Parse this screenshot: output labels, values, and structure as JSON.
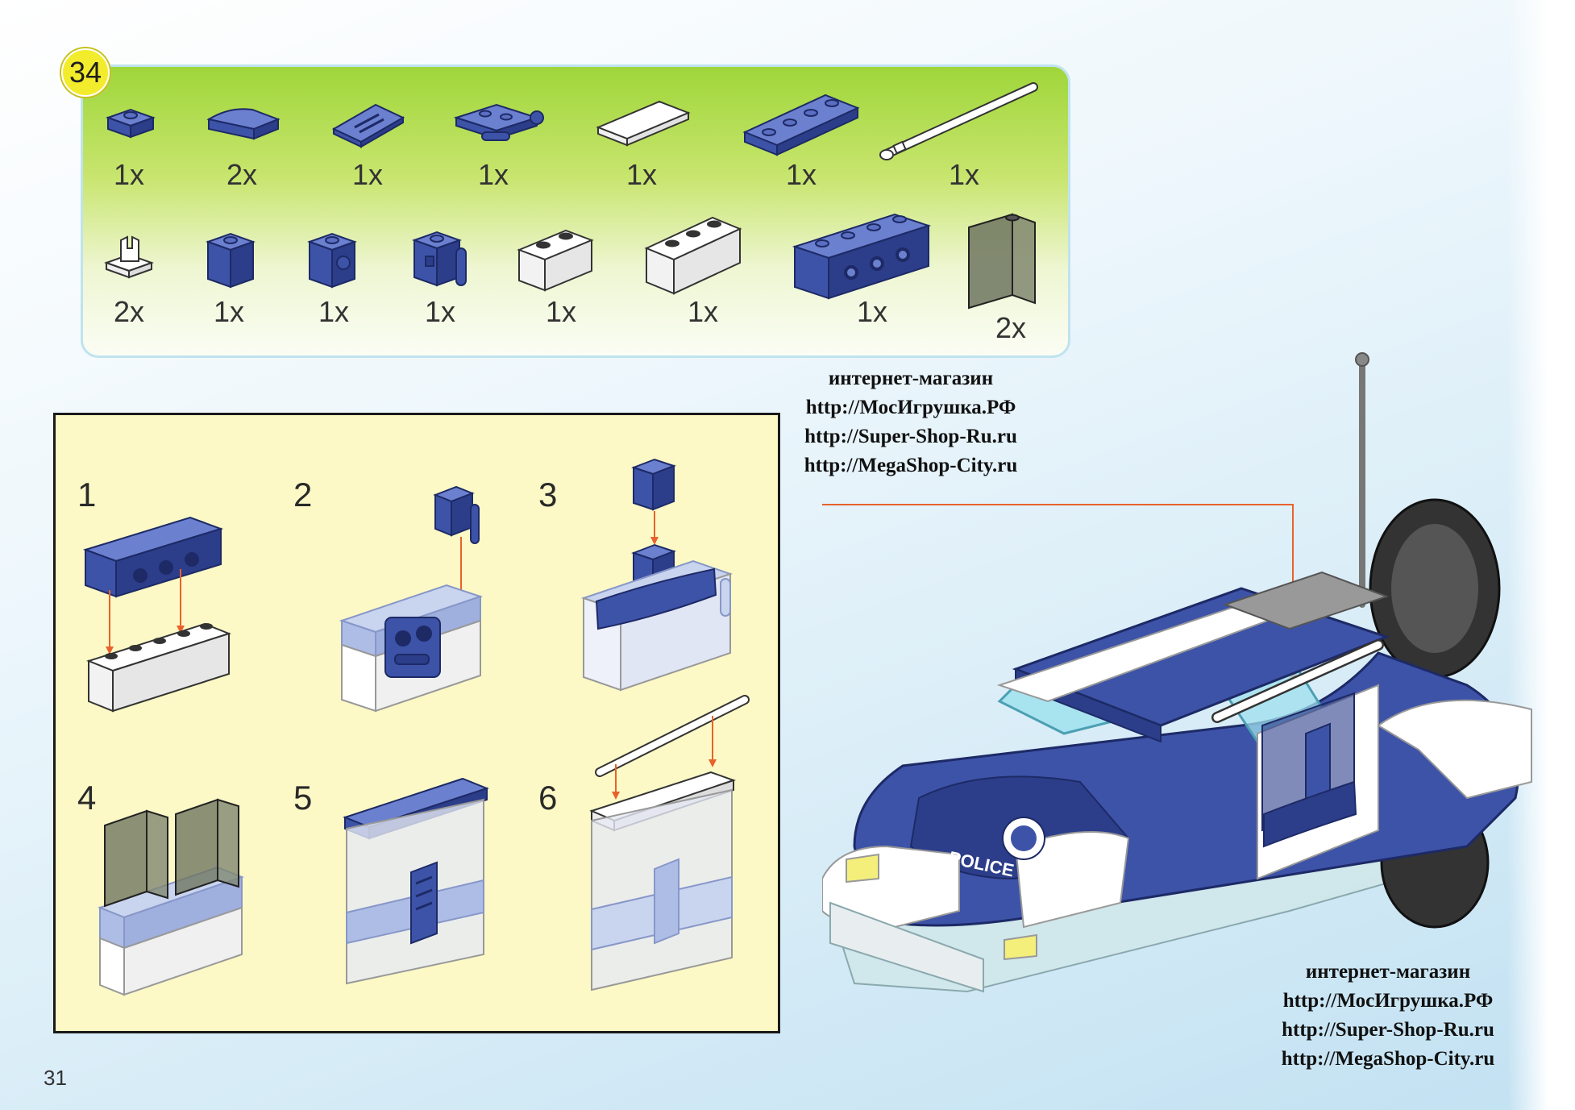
{
  "step_number": "34",
  "parts_row1_qty": [
    "1x",
    "2x",
    "1x",
    "1x",
    "1x",
    "1x",
    "1x"
  ],
  "parts_row2_qty": [
    "2x",
    "1x",
    "1x",
    "1x",
    "1x",
    "1x",
    "1x",
    "2x"
  ],
  "sub_steps": [
    "1",
    "2",
    "3",
    "4",
    "5",
    "6"
  ],
  "car_label": "POLICE",
  "shop_top": {
    "line1": "интернет-магазин",
    "line2": "http://МосИгрушка.РФ",
    "line3": "http://Super-Shop-Ru.ru",
    "line4": "http://MegaShop-City.ru"
  },
  "shop_bottom": {
    "line1": "интернет-магазин",
    "line2": "http://МосИгрушка.РФ",
    "line3": "http://Super-Shop-Ru.ru",
    "line4": "http://MegaShop-City.ru"
  },
  "page_number": "31",
  "colors": {
    "brick_blue": "#3d53a8",
    "brick_white": "#ffffff",
    "panel_green": "#9fd63a",
    "subassembly_bg": "#fcf9c6",
    "arrow": "#e8622c",
    "badge_yellow": "#f3ec2c"
  }
}
